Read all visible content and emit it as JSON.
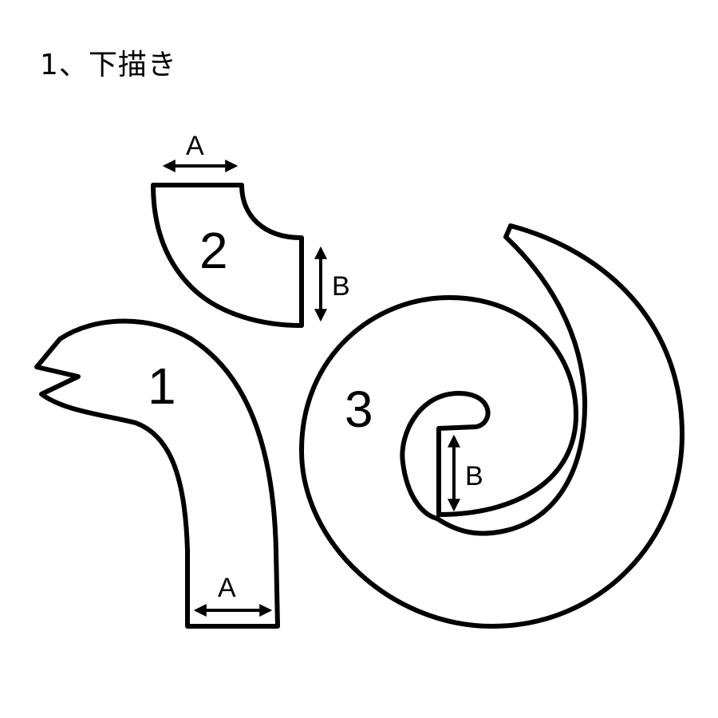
{
  "title": "1、下描き",
  "pieces": [
    {
      "number": "1",
      "dimension_label": "A"
    },
    {
      "number": "2",
      "dimension_labels": [
        "A",
        "B"
      ]
    },
    {
      "number": "3",
      "dimension_label": "B"
    }
  ],
  "colors": {
    "stroke": "#000000",
    "fill": "#ffffff"
  }
}
